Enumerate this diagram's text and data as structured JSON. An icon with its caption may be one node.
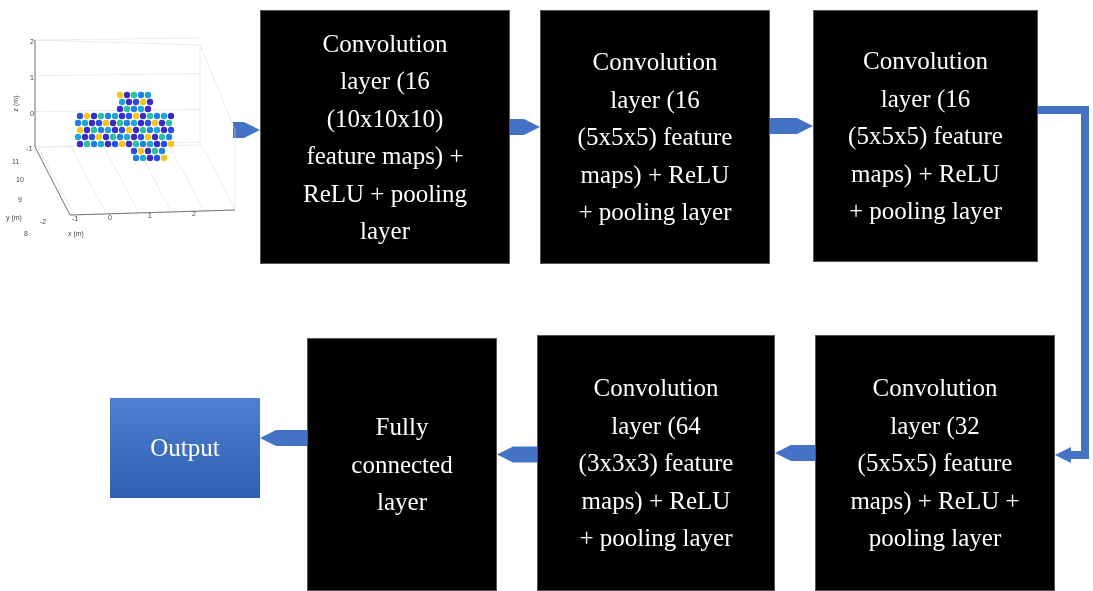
{
  "diagram": {
    "nodes": [
      {
        "text": [],
        "shape": "picture"
      },
      {
        "text": [
          "Convolution layer (16 (10x10x10) feature maps) + ReLU + pooling layer"
        ]
      },
      {
        "text": [
          "Convolution layer (16 (5x5x5) feature maps) + ReLU + pooling layer"
        ]
      },
      {
        "text": [
          "Convolution layer (16 (5x5x5) feature maps) + ReLU + pooling layer"
        ]
      },
      {
        "text": [
          "Convolution layer (32 (5x5x5) feature maps) + ReLU + pooling layer"
        ]
      },
      {
        "text": [
          "Convolution layer (64 (3x3x3) feature maps) + ReLU + pooling layer"
        ]
      },
      {
        "text": [
          "Fully connected layer"
        ]
      },
      {
        "text": [
          "Output"
        ]
      }
    ],
    "edges": [
      {
        "from": 0,
        "to": 1,
        "arrow": "to"
      },
      {
        "from": 1,
        "to": 2,
        "arrow": "to"
      },
      {
        "from": 2,
        "to": 3,
        "arrow": "to"
      },
      {
        "from": 3,
        "to": 4,
        "arrow": "to"
      },
      {
        "from": 4,
        "to": 5,
        "arrow": "to"
      },
      {
        "from": 5,
        "to": 6,
        "arrow": "to"
      },
      {
        "from": 6,
        "to": 7,
        "arrow": "to"
      }
    ],
    "labels": [
      "2",
      "1",
      "z (m)",
      "0",
      "-1",
      "11",
      "10",
      "9",
      "y (m)",
      "8",
      "-2",
      "-1",
      "0",
      "1",
      "2",
      "x (m)"
    ]
  }
}
